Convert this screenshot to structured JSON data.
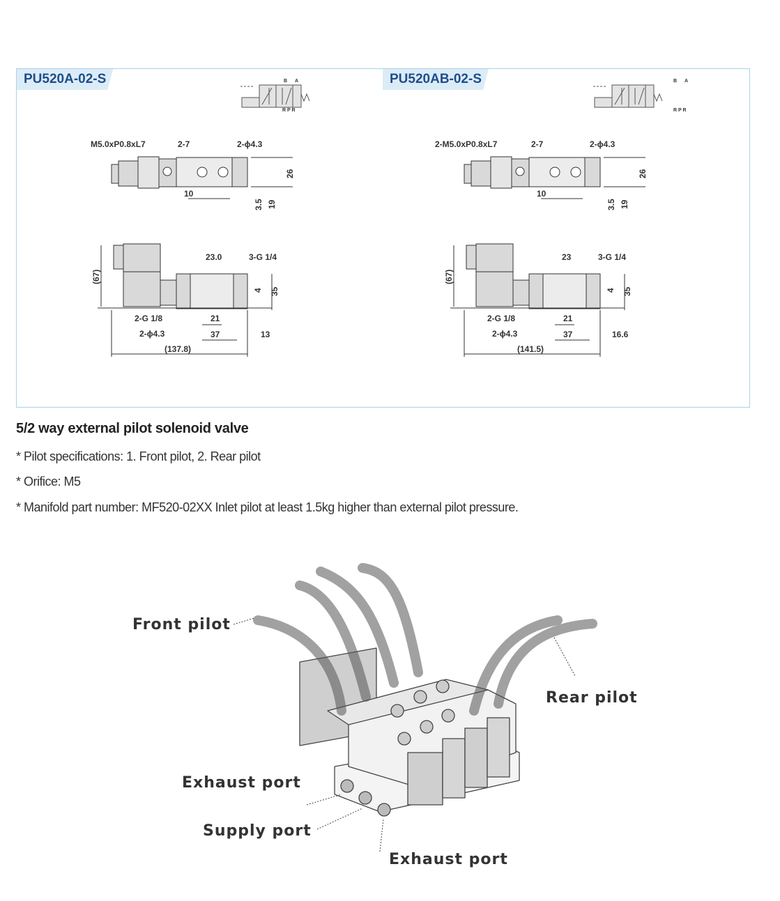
{
  "models": [
    {
      "name": "PU520A-02-S",
      "top": {
        "thread": "M5.0xP0.8xL7",
        "pitch": "2-7",
        "holes": "2-ϕ4.3",
        "h26": "26",
        "w10": "10",
        "d35": "3.5",
        "d19": "19"
      },
      "side": {
        "w23": "23.0",
        "g14": "3-G 1/4",
        "h67": "(67)",
        "d4": "4",
        "h35": "35",
        "g18": "2-G 1/8",
        "w21": "21",
        "holes": "2-ϕ4.3",
        "w37": "37",
        "end": "13",
        "total": "(137.8)"
      },
      "symbol": {
        "b": "B",
        "a": "A",
        "rpr": "R P R"
      }
    },
    {
      "name": "PU520AB-02-S",
      "top": {
        "thread": "2-M5.0xP0.8xL7",
        "pitch": "2-7",
        "holes": "2-ϕ4.3",
        "h26": "26",
        "w10": "10",
        "d35": "3.5",
        "d19": "19"
      },
      "side": {
        "w23": "23",
        "g14": "3-G 1/4",
        "h67": "(67)",
        "d4": "4",
        "h35": "35",
        "g18": "2-G 1/8",
        "w21": "21",
        "holes": "2-ϕ4.3",
        "w37": "37",
        "end": "16.6",
        "total": "(141.5)"
      },
      "symbol": {
        "b": "B",
        "a": "A",
        "rpr": "R P R"
      }
    }
  ],
  "description": {
    "heading": "5/2 way external pilot solenoid valve",
    "bullets": [
      "* Pilot specifications: 1. Front pilot, 2. Rear pilot",
      "* Orifice: M5",
      "* Manifold part number: MF520-02XX Inlet pilot at least 1.5kg higher than external pilot pressure."
    ]
  },
  "illustration": {
    "front_pilot": "Front pilot",
    "rear_pilot": "Rear pilot",
    "exhaust_port_1": "Exhaust port",
    "supply_port": "Supply port",
    "exhaust_port_2": "Exhaust port"
  },
  "colors": {
    "accent": "#1f4e8c",
    "border": "#a9d3ea",
    "tab_bg": "#dcecf7"
  }
}
